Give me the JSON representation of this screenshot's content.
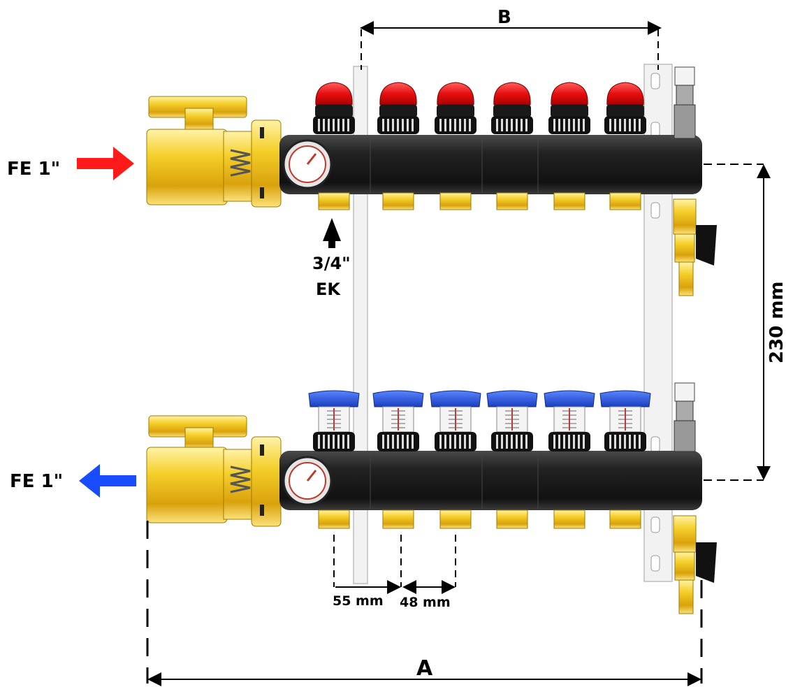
{
  "labels": {
    "supply": "FE 1\"",
    "return": "FE 1\"",
    "outlet_size": "3/4\"",
    "outlet_type": "EK",
    "height": "230 mm",
    "first_spacing": "55 mm",
    "outlet_spacing": "48 mm",
    "overall_width": "A",
    "bar_width": "B"
  },
  "diagram": {
    "outlet_count": 6,
    "supply_arrow_color": "#ff1a1a",
    "return_arrow_color": "#1a4cff",
    "supply_cap_color": "#e81010",
    "return_cap_color": "#1e4fd8",
    "brass_color": "#f2c417",
    "manifold_color": "#2a2a2a"
  }
}
